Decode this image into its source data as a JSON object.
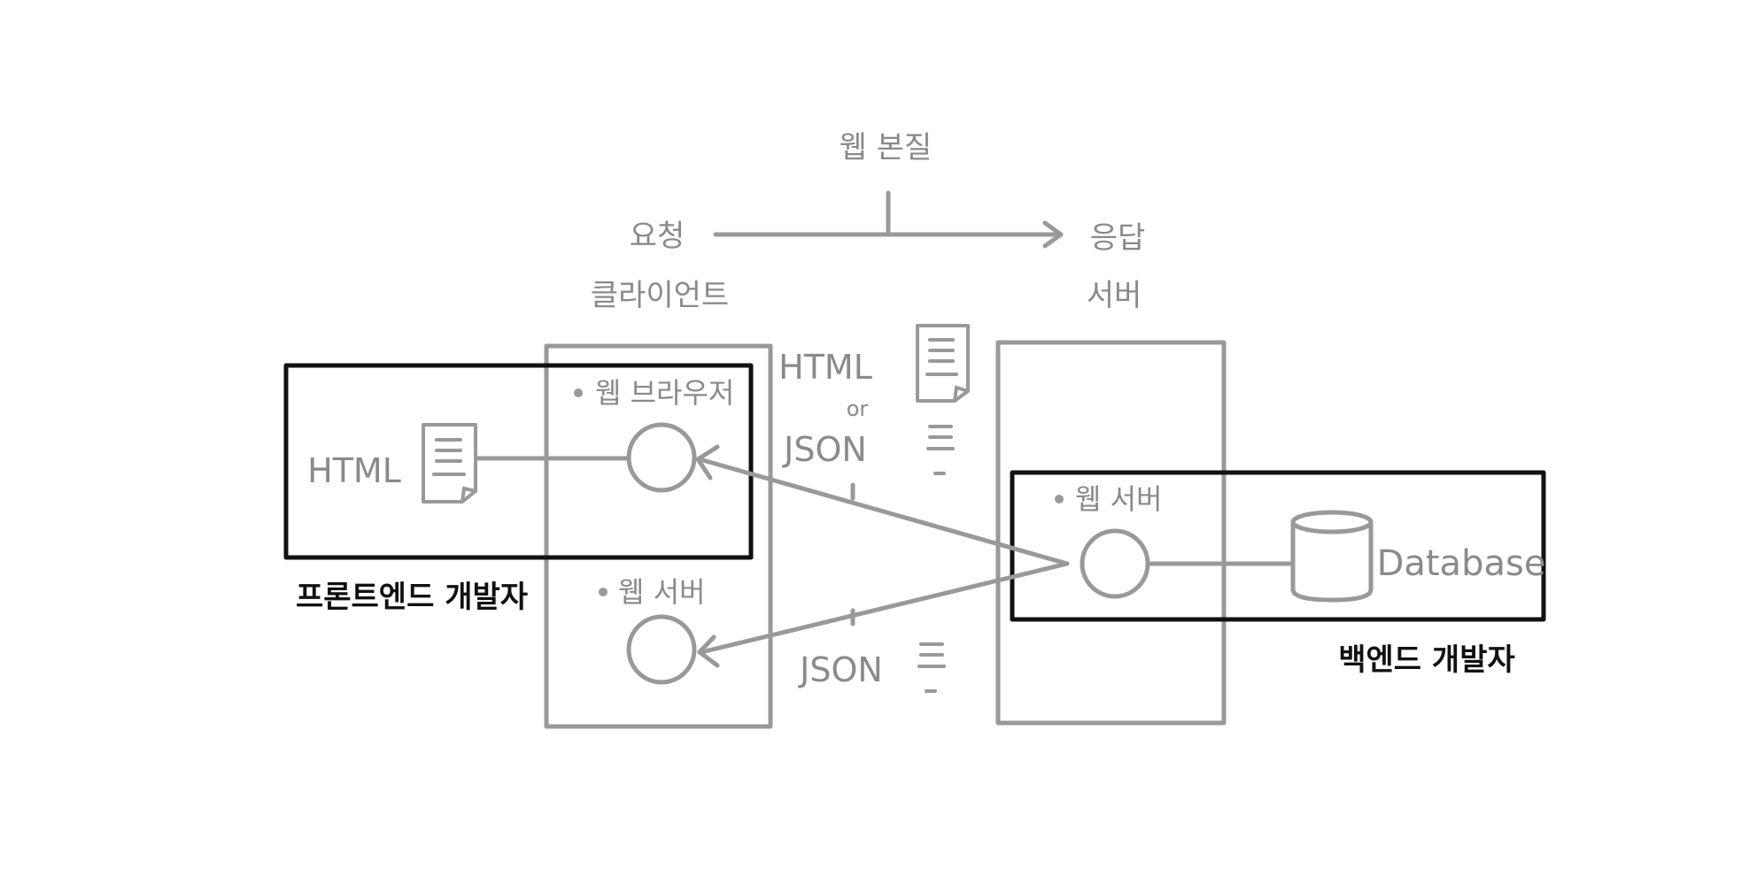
{
  "diagram": {
    "nature_label": "웹 본질",
    "request_label": "요청",
    "response_label": "응답",
    "client_label": "클라이언트",
    "server_label": "서버",
    "browser_label": "웹 브라우저",
    "client_webserver_label": "웹 서버",
    "server_webserver_label": "웹 서버",
    "html_label": "HTML",
    "html_or_top": "HTML",
    "or_label": "or",
    "json_top_label": "JSON",
    "json_bottom_label": "JSON",
    "database_label": "Database",
    "frontend_label": "프론트엔드 개발자",
    "backend_label": "백엔드 개발자"
  },
  "colors": {
    "gray": "#999999",
    "dark": "#111111"
  }
}
